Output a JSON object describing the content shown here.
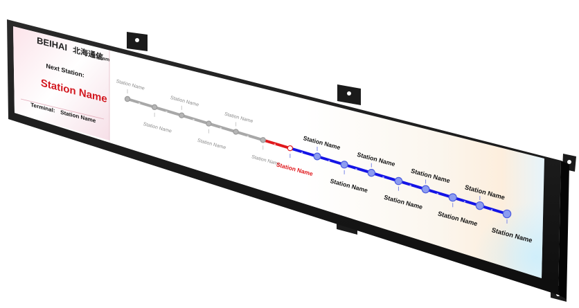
{
  "brand": {
    "logo_text": "BEIHAI",
    "logo_cn": "北海通信",
    "time": "9:38 am"
  },
  "panel": {
    "next_station_label": "Next Station:",
    "next_station_name": "Station Name",
    "terminal_label": "Terminal:",
    "terminal_name": "Station Name"
  },
  "route": {
    "passed_color": "#a8a8a8",
    "current_color": "#e0181c",
    "upcoming_color": "#1414e6",
    "stations": [
      {
        "name": "Station Name",
        "status": "passed",
        "label_pos": "above"
      },
      {
        "name": "Station Name",
        "status": "passed",
        "label_pos": "below"
      },
      {
        "name": "Station Name",
        "status": "passed",
        "label_pos": "above"
      },
      {
        "name": "Station Name",
        "status": "passed",
        "label_pos": "below"
      },
      {
        "name": "Station Name",
        "status": "passed",
        "label_pos": "above"
      },
      {
        "name": "Station Name",
        "status": "passed",
        "label_pos": "below"
      },
      {
        "name": "Station Name",
        "status": "current",
        "label_pos": "below"
      },
      {
        "name": "Station Name",
        "status": "upcoming",
        "label_pos": "above"
      },
      {
        "name": "Station Name",
        "status": "upcoming",
        "label_pos": "below"
      },
      {
        "name": "Station Name",
        "status": "upcoming",
        "label_pos": "above"
      },
      {
        "name": "Station Name",
        "status": "upcoming",
        "label_pos": "below"
      },
      {
        "name": "Station Name",
        "status": "upcoming",
        "label_pos": "above"
      },
      {
        "name": "Station Name",
        "status": "upcoming",
        "label_pos": "below"
      },
      {
        "name": "Station Name",
        "status": "upcoming",
        "label_pos": "above"
      },
      {
        "name": "Station Name",
        "status": "upcoming",
        "label_pos": "below"
      }
    ]
  }
}
